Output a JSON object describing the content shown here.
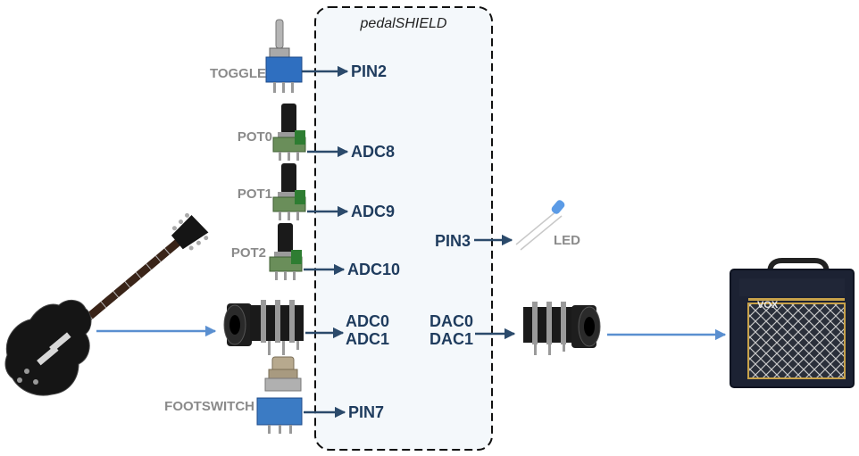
{
  "shield": {
    "title": "pedalSHIELD"
  },
  "inputs": {
    "toggle": {
      "label": "TOGGLE",
      "pin": "PIN2"
    },
    "pot0": {
      "label": "POT0",
      "pin": "ADC8"
    },
    "pot1": {
      "label": "POT1",
      "pin": "ADC9"
    },
    "pot2": {
      "label": "POT2",
      "pin": "ADC10"
    },
    "input_jack": {
      "pin_a": "ADC0",
      "pin_b": "ADC1"
    },
    "footswitch": {
      "label": "FOOTSWITCH",
      "pin": "PIN7"
    }
  },
  "outputs": {
    "led": {
      "pin": "PIN3",
      "label": "LED"
    },
    "output_jack": {
      "pin_a": "DAC0",
      "pin_b": "DAC1"
    },
    "amp": {
      "logo": "VOX"
    }
  },
  "colors": {
    "pin_arrow": "#2b4a6b",
    "signal_arrow": "#5a8fd0",
    "label_grey": "#8a8a8a",
    "shield_fill": "#f4f8fb",
    "switch_blue": "#3a78c0"
  },
  "icons": [
    "guitar-icon",
    "toggle-switch-icon",
    "potentiometer-icon",
    "audio-jack-icon",
    "footswitch-icon",
    "led-icon",
    "amplifier-icon"
  ]
}
